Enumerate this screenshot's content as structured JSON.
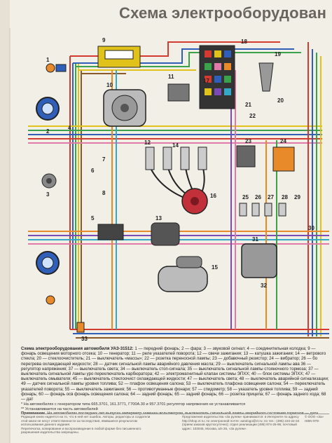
{
  "title": "Схема электрооборудован",
  "diagram": {
    "component_numbers": [
      "1",
      "2",
      "3",
      "4",
      "5",
      "6",
      "7",
      "8",
      "9",
      "10",
      "11",
      "12",
      "13",
      "14",
      "15",
      "16",
      "17",
      "18",
      "19",
      "20",
      "21",
      "22",
      "23",
      "24",
      "25",
      "26",
      "27",
      "28",
      "29",
      "30",
      "31",
      "32",
      "33"
    ],
    "wire_colors": {
      "red": "#d43a2f",
      "blue": "#2f5fb8",
      "green": "#3aa24a",
      "yellow": "#e0c21a",
      "brown": "#8a5a2b",
      "pink": "#e07aa8",
      "orange": "#e8892a",
      "black": "#222222",
      "violet": "#7a4bb5",
      "cyan": "#35a8c8"
    }
  },
  "legend": {
    "caption": "Схема электрооборудования автомобиля УАЗ-31512:",
    "text": "1 — передний фонарь; 2 — фара; 3 — звуковой сигнал; 4 — соединительная колодка; 9 — фонарь освещения моторного отсека; 10 — генератор; 11 — реле указателей поворота; 12 — свечи зажигания; 13 — катушка зажигания; 14 — ветрового стекла; 20 — стеклоочиститель; 21 — выключатель «массы»; 22 — розетка переносной лампы; 23 — добавочный резистор; 24 — вибратор; 26 — бо перегрева охлаждающей жидкости; 28 — датчик сигнальной лампы аварийного давления масла; 29 — выключатель сигнальной лампы ава 36 — регулятор напряжения; 37 — выключатель света; 34 — выключатель стоп-сигнала; 35 — выключатель сигнальной лампы стояночного тормоза; 37 — выключатель сигнальной лампы уро переключатель карбюратора; 42 — электромагнитный клапан системы ЭПХХ; 40 — блок системы ЭПХХ; 47 — выключатель омывателя; 45 — выключатель стеклоочист охлаждающей жидкости; 47 — выключатель света; 48 — выключатель аварийной сигнализации; 49 — датчик сигнальной лампы уровня топлива; 52 — плафон освещения салона; 53 — выключатель плафона освещения салона; 54 — переключатель указателей поворота; 55 — выключатель зажигания; 56 — противотуманные фонари; 57 — спидометр; 58 — указатель уровня топлива; 59 — задний фонарь; 60 — фонарь осв фонарь освещения салона; 64 — задний фонарь; 65 — задний фонарь; 66 — розетка прицепа; 67 — фонарь заднего хода; 68 — дат"
  },
  "footnotes": {
    "line1": "* На автомобилях с генератором типа 665.3701, 161.3771, Г700А.30 и 957.3701 регулятор напряжения не устанавливается",
    "line2": "** Устанавливается на часть автомобилей",
    "note_label": "Примечание.",
    "note_text": "На автомобилях последних лет выпуска амперметр заменен вольтметром, выключатель сигнальной лампы аварийного состояния тормозов — датч"
  },
  "footer": {
    "left": "Редакция книги надеется на то, что в ней нет ошибок. Авторы, редакторы и создатели этой книги не несут ответственности за последствия, явившиеся результатом использования данного издания.",
    "left2": "Перепечатка, копирование и воспроизведение в любой форме без письменного разрешения издательства запрещены.",
    "right": "Предложения издательства «За рулем» принимаются: в Интернете по адресу http://shop.zr.ru; по электронной почте: autologo@zr.ru; по тел.: (495) 223-22-34 (прием заказов круглосуточно); отдел реализации (495) 974-25-95; почтовый адрес: 103045, Москва, а/я 25, «За рулем».",
    "right2": "© ООО «За»",
    "isbn": "ISBN 978-"
  }
}
